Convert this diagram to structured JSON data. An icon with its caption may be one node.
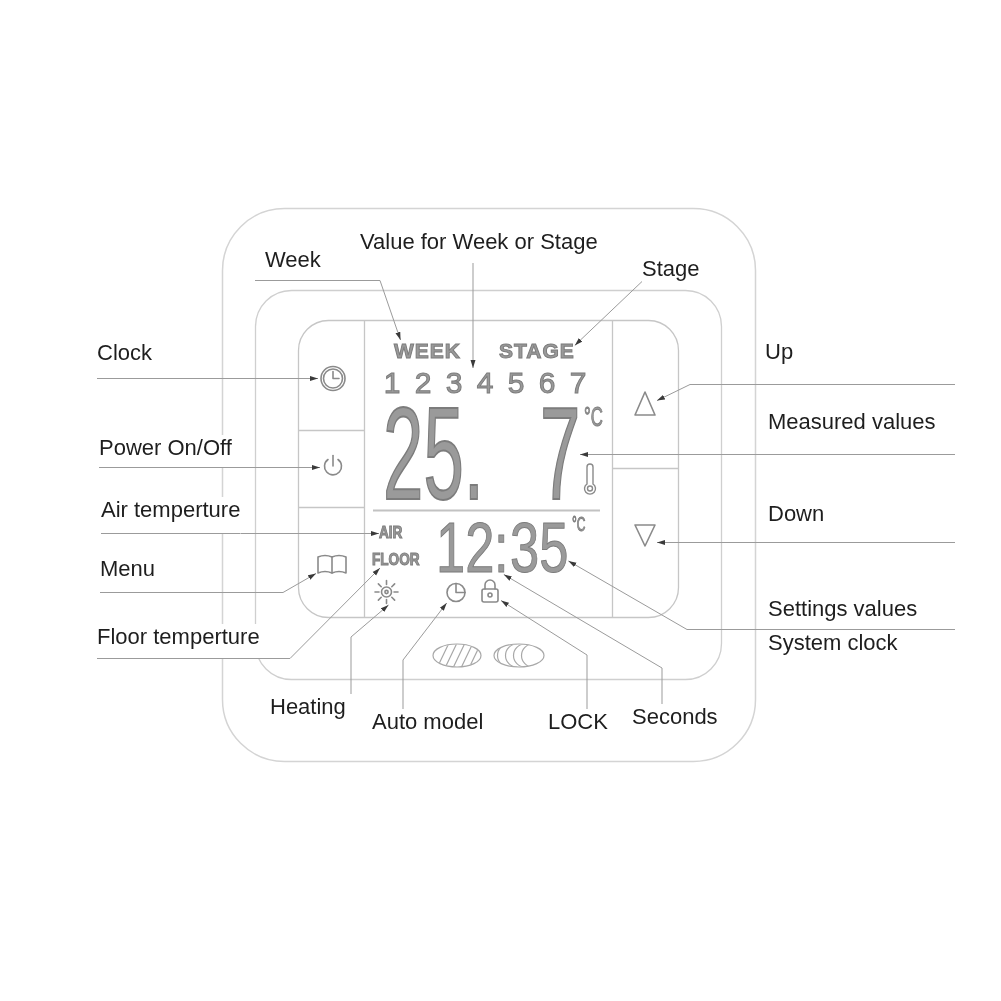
{
  "diagram": {
    "nodes": [
      {
        "text": [
          "Value for Week or Stage"
        ]
      },
      {
        "text": [
          "Week"
        ]
      },
      {
        "text": [
          "Stage"
        ]
      },
      {
        "text": [
          "Clock"
        ]
      },
      {
        "text": [
          "Up"
        ]
      },
      {
        "text": [
          "WEEK"
        ]
      },
      {
        "text": [
          "STAGE"
        ]
      },
      {
        "text": [],
        "shape": "picture"
      },
      {
        "text": [
          "1",
          "2",
          "3",
          "4",
          "5",
          "6",
          "7"
        ]
      },
      {
        "text": [],
        "shape": "triangle"
      },
      {
        "text": [
          "25.",
          "7"
        ]
      },
      {
        "text": [
          "Measured values"
        ]
      },
      {
        "text": [
          "Power On/Off"
        ]
      },
      {
        "text": [],
        "shape": "picture"
      },
      {
        "text": [
          "Air temperture"
        ]
      },
      {
        "text": [
          "Down"
        ]
      },
      {
        "text": [
          "AIR"
        ]
      },
      {
        "text": [],
        "shape": "triangle"
      },
      {
        "text": [
          ":"
        ]
      },
      {
        "text": [
          "35"
        ]
      },
      {
        "text": [
          "FLOOR"
        ]
      },
      {
        "text": [],
        "shape": "picture"
      },
      {
        "text": [
          "Menu"
        ]
      },
      {
        "text": [],
        "shape": "picture"
      },
      {
        "text": [],
        "shape": "picture"
      },
      {
        "text": [],
        "shape": "picture"
      },
      {
        "text": [
          "Settings values",
          "System clock"
        ]
      },
      {
        "text": [
          "Floor temperture"
        ]
      },
      {
        "text": [
          "Heating"
        ]
      },
      {
        "text": [
          "Auto model"
        ]
      },
      {
        "text": [
          "LOCK"
        ]
      },
      {
        "text": [
          "Seconds"
        ]
      }
    ],
    "edges": [
      {
        "from": 0,
        "to": 8,
        "arrow": "to"
      },
      {
        "from": 1,
        "to": 5,
        "arrow": "to"
      },
      {
        "from": 2,
        "to": 6,
        "arrow": "to"
      },
      {
        "from": 3,
        "to": 7,
        "arrow": "to"
      },
      {
        "from": 4,
        "to": 9,
        "arrow": "to"
      },
      {
        "from": 11,
        "to": 10,
        "arrow": "to"
      },
      {
        "from": 12,
        "to": 13,
        "arrow": "to"
      },
      {
        "from": 14,
        "to": 16,
        "arrow": "to"
      },
      {
        "from": 15,
        "to": 17,
        "arrow": "to"
      },
      {
        "from": 22,
        "to": 21,
        "arrow": "to"
      },
      {
        "from": 26,
        "to": 19,
        "arrow": "to"
      },
      {
        "from": 27,
        "to": 20,
        "arrow": "to"
      },
      {
        "from": 28,
        "to": 23,
        "arrow": "to"
      },
      {
        "from": 29,
        "to": 24,
        "arrow": "to"
      },
      {
        "from": 30,
        "to": 25,
        "arrow": "to"
      },
      {
        "from": 31,
        "to": 18,
        "arrow": "to"
      }
    ],
    "labels": [
      "°C",
      "12",
      "°C"
    ]
  }
}
